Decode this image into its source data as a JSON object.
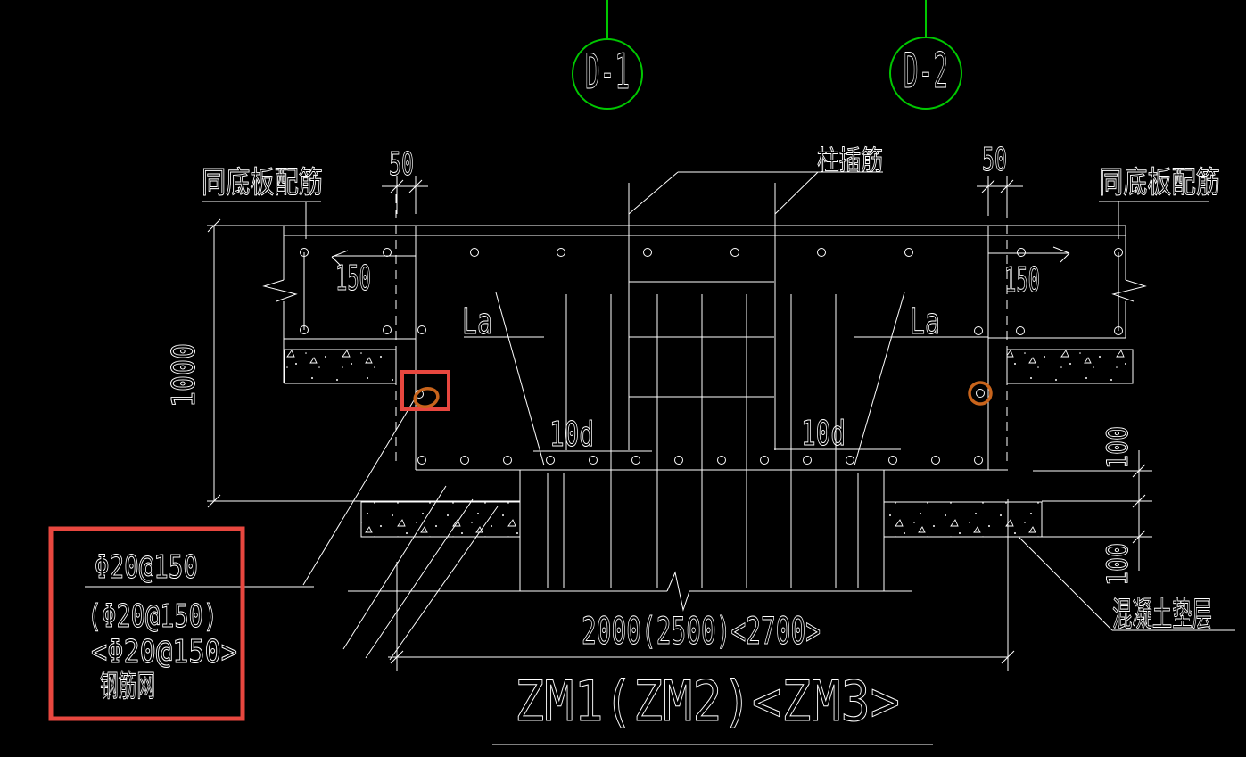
{
  "title": "ZM1(ZM2)<ZM3>",
  "bubbles": {
    "left": "D-1",
    "right": "D-2"
  },
  "labels": {
    "slab_rebar_left": "同底板配筋",
    "slab_rebar_right": "同底板配筋",
    "column_dowel": "柱插筋",
    "anchorage_left": "La",
    "anchorage_right": "La",
    "hook_left": "10d",
    "hook_right": "10d",
    "cushion": "混凝土垫层"
  },
  "dimensions": {
    "gap_left": "50",
    "gap_right": "50",
    "edge_left": "150",
    "edge_right": "150",
    "depth": "1000",
    "cushion_drop": "100",
    "cushion_thickness": "100",
    "footing_width": "2000(2500)<2700>"
  },
  "callout": {
    "line1": "Φ20@150",
    "line2": "(Φ20@150)",
    "line3": "<Φ20@150>",
    "line4": "钢筋网"
  },
  "colors": {
    "background": "#000000",
    "linework": "#ffffff",
    "bubble_green": "#00c800",
    "highlight_red": "#e8473f",
    "marker_orange": "#c8641c"
  }
}
